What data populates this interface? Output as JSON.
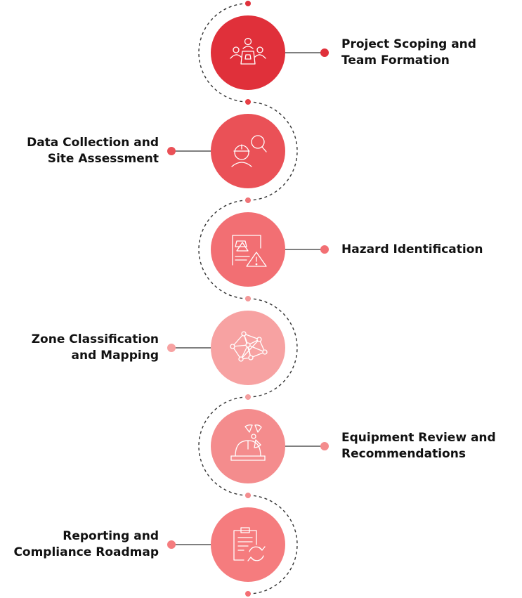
{
  "steps": [
    {
      "lines": [
        "Project Scoping and",
        "Team Formation"
      ],
      "icon": "team-meeting-icon",
      "color": "#e0303a",
      "side": "right"
    },
    {
      "lines": [
        "Data Collection and",
        "Site Assessment"
      ],
      "icon": "inspector-search-icon",
      "color": "#ea5157",
      "side": "left"
    },
    {
      "lines": [
        "Hazard Identification"
      ],
      "icon": "hazard-warning-icon",
      "color": "#f26f73",
      "side": "right"
    },
    {
      "lines": [
        "Zone Classification",
        "and Mapping"
      ],
      "icon": "network-map-icon",
      "color": "#f7a2a2",
      "side": "left"
    },
    {
      "lines": [
        "Equipment Review and",
        "Recommendations"
      ],
      "icon": "radiation-helmet-icon",
      "color": "#f48c8d",
      "side": "right"
    },
    {
      "lines": [
        "Reporting and",
        "Compliance Roadmap"
      ],
      "icon": "clipboard-refresh-icon",
      "color": "#f57c7e",
      "side": "left"
    }
  ],
  "dot_colors": [
    "#e0303a",
    "#e83f45",
    "#f07478",
    "#f49899",
    "#f49e9f",
    "#f48d8f",
    "#f46f74"
  ]
}
